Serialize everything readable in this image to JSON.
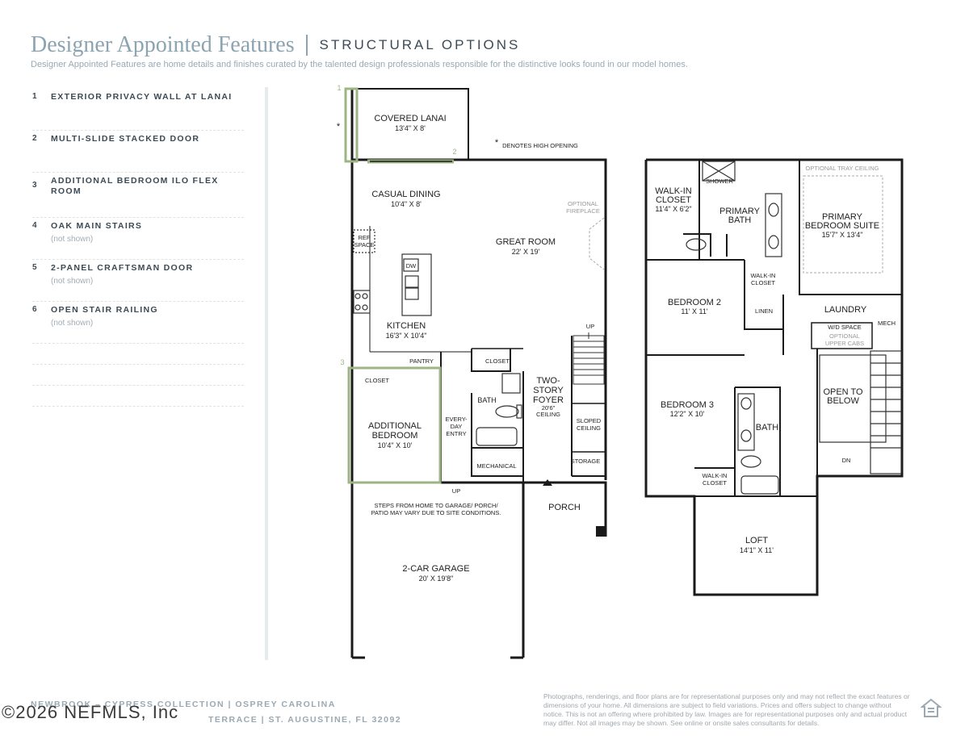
{
  "header": {
    "title": "Designer Appointed Features",
    "subtitle": "STRUCTURAL OPTIONS",
    "intro": "Designer Appointed Features are home details and finishes curated by the talented design professionals responsible for the distinctive looks found in our model homes."
  },
  "features": [
    {
      "num": "1",
      "label": "EXTERIOR PRIVACY WALL AT LANAI",
      "note": ""
    },
    {
      "num": "2",
      "label": "MULTI-SLIDE STACKED DOOR",
      "note": ""
    },
    {
      "num": "3",
      "label": "ADDITIONAL BEDROOM ILO FLEX ROOM",
      "note": ""
    },
    {
      "num": "4",
      "label": "OAK MAIN STAIRS",
      "note": "(not shown)"
    },
    {
      "num": "5",
      "label": "2-PANEL CRAFTSMAN DOOR",
      "note": "(not shown)"
    },
    {
      "num": "6",
      "label": "OPEN STAIR RAILING",
      "note": "(not shown)"
    }
  ],
  "plan": {
    "markers": {
      "m1": "1",
      "m2": "2",
      "m3": "3"
    },
    "high_opening_note": "DENOTES HIGH OPENING",
    "asterisk": "*",
    "first_floor": {
      "lanai_name": "COVERED LANAI",
      "lanai_dim": "13'4\" X 8'",
      "dining_name": "CASUAL DINING",
      "dining_dim": "10'4\" X 8'",
      "great_name": "GREAT ROOM",
      "great_dim": "22' X 19'",
      "fireplace_1": "OPTIONAL",
      "fireplace_2": "FIREPLACE",
      "ref_1": "REF",
      "ref_2": "SPACE",
      "dw": "DW",
      "kitchen_name": "KITCHEN",
      "kitchen_dim": "16'3\" X 10'4\"",
      "pantry": "PANTRY",
      "closet_a": "CLOSET",
      "closet_b": "CLOSET",
      "bed_1": "ADDITIONAL",
      "bed_2": "BEDROOM",
      "bed_dim": "10'4\" X 10'",
      "entry_1": "EVERY-",
      "entry_2": "DAY",
      "entry_3": "ENTRY",
      "bath": "BATH",
      "mechanical": "MECHANICAL",
      "foyer_1": "TWO-",
      "foyer_2": "STORY",
      "foyer_3": "FOYER",
      "foyer_4": "20'6\"",
      "foyer_5": "CEILING",
      "sloped_1": "SLOPED",
      "sloped_2": "CEILING",
      "storage": "STORAGE",
      "up_a": "UP",
      "up_b": "UP",
      "porch": "PORCH",
      "steps_1": "STEPS FROM HOME TO GARAGE/ PORCH/",
      "steps_2": "PATIO MAY VARY DUE TO SITE CONDITIONS.",
      "garage_name": "2-CAR GARAGE",
      "garage_dim": "20' X 19'8\""
    },
    "second_floor": {
      "wic_1": "WALK-IN",
      "wic_2": "CLOSET",
      "wic_dim": "11'4\" X 6'2\"",
      "shower": "SHOWER",
      "pbath_1": "PRIMARY",
      "pbath_2": "BATH",
      "tray": "OPTIONAL TRAY CEILING",
      "suite_1": "PRIMARY",
      "suite_2": "BEDROOM SUITE",
      "suite_dim": "15'7\" X 13'4\"",
      "wic2_1": "WALK-IN",
      "wic2_2": "CLOSET",
      "bed2_name": "BEDROOM 2",
      "bed2_dim": "11' X 11'",
      "linen": "LINEN",
      "laundry": "LAUNDRY",
      "mech": "MECH",
      "wd": "W/D SPACE",
      "upper_1": "OPTIONAL",
      "upper_2": "UPPER CABS",
      "bed3_name": "BEDROOM 3",
      "bed3_dim": "12'2\" X 10'",
      "bath": "BATH",
      "open_1": "OPEN TO",
      "open_2": "BELOW",
      "dn": "DN",
      "wic3_1": "WALK-IN",
      "wic3_2": "CLOSET",
      "loft_name": "LOFT",
      "loft_dim": "14'1\" X 11'"
    }
  },
  "footer": {
    "line1": "NEWBROOK – CYPRESS COLLECTION  |  OSPREY CAROLINA",
    "line2": "TERRACE  |  ST. AUGUSTINE, FL 32092",
    "watermark": "©2026 NEFMLS, Inc",
    "disclaimer": "Photographs, renderings, and floor plans are for representational purposes only and may not reflect the exact features or dimensions of your home. All dimensions are subject to field variations. Prices and offers subject to change without notice. This is not an offering where prohibited by law. Images are for representational purposes only and actual product may differ. Not all images may be shown. See online or onsite sales consultants for details."
  },
  "colors": {
    "accent": "#8ca3b0",
    "highlight": "#9db583",
    "wall": "#1a1a1a"
  },
  "icons": {
    "eho": "equal-housing-icon"
  }
}
